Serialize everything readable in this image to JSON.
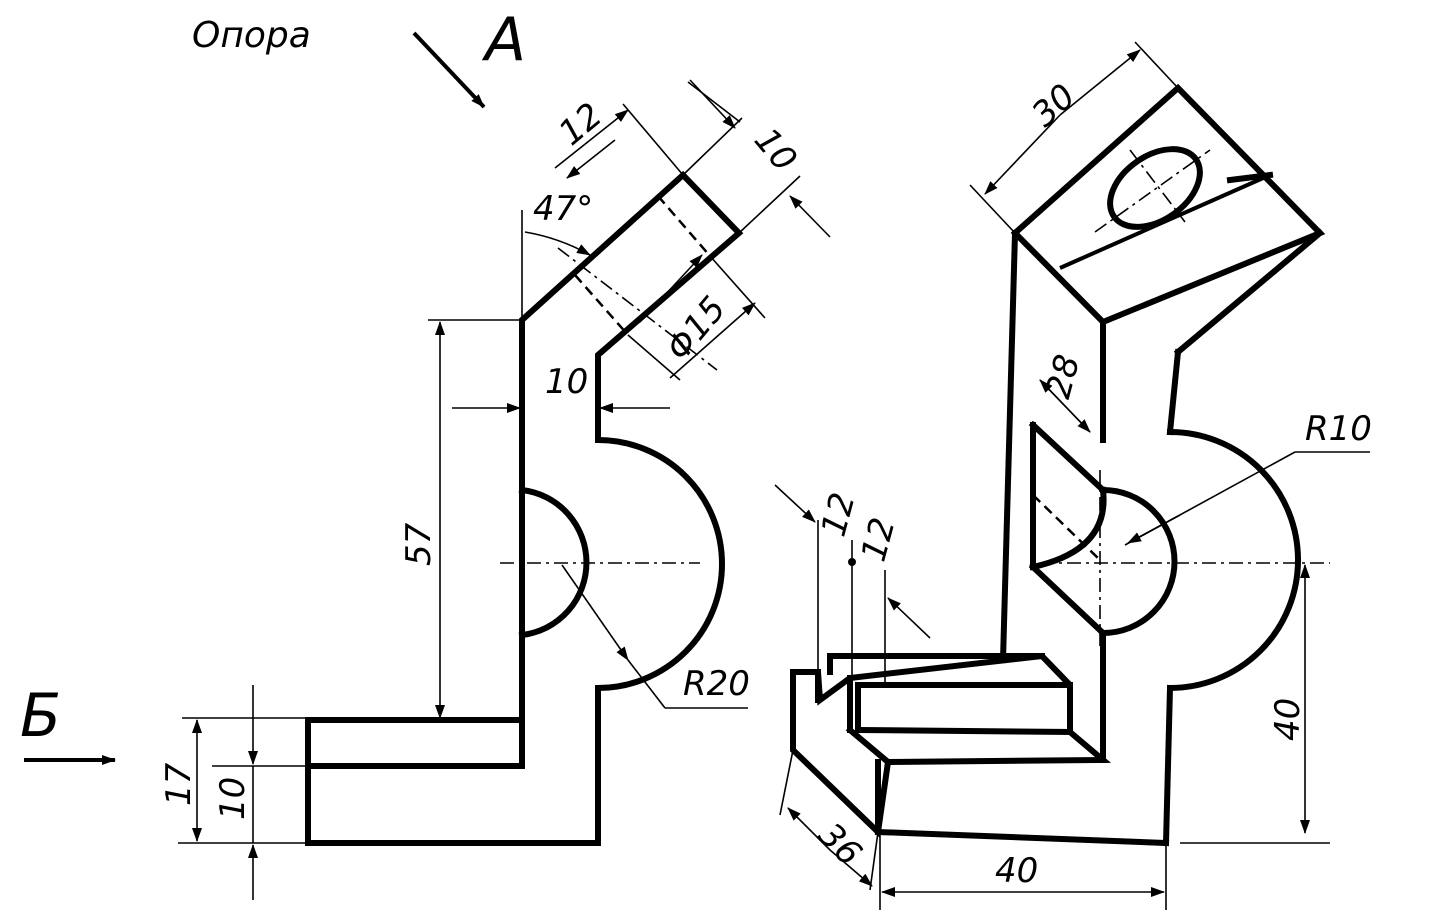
{
  "title": "Опора",
  "view_labels": {
    "a": "А",
    "b": "Б"
  },
  "dimensions": {
    "d12_top": "12",
    "d10_top": "10",
    "angle": "47°",
    "diam": "Φ15",
    "d10_web": "10",
    "d57": "57",
    "r20": "R20",
    "d17": "17",
    "d10_base": "10",
    "d30": "30",
    "d28": "28",
    "r10": "R10",
    "d12_a": "12",
    "d12_b": "12",
    "d40_right": "40",
    "d36": "36",
    "d40_bottom": "40"
  }
}
